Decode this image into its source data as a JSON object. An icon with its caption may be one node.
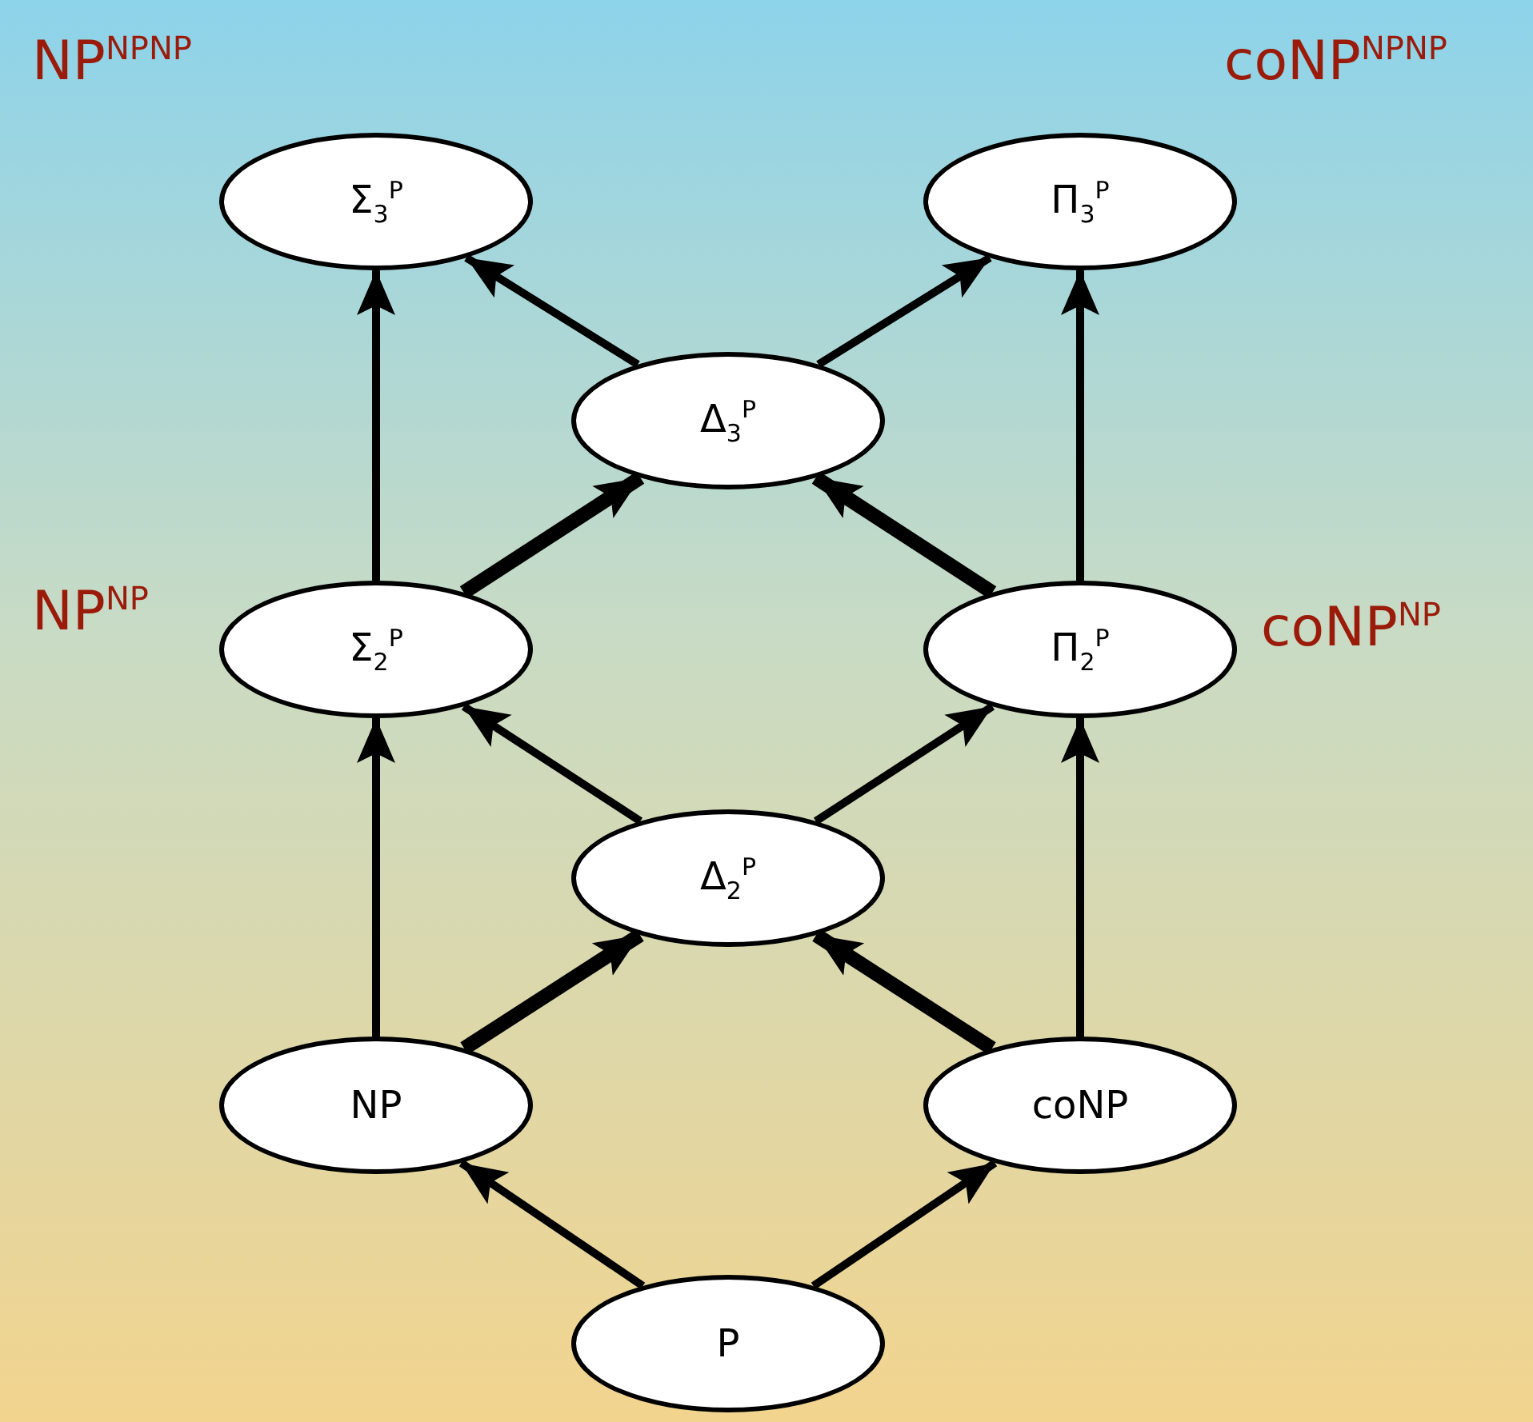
{
  "diagram": {
    "nodes": [
      {
        "text": [
          "Σ$_{3}$$^{P}$"
        ]
      },
      {
        "text": [
          "Π$_{3}$$^{P}$"
        ]
      },
      {
        "text": [
          "Δ$_{3}$$^{P}$"
        ]
      },
      {
        "text": [
          "Σ$_{2}$$^{P}$"
        ]
      },
      {
        "text": [
          "Π$_{2}$$^{P}$"
        ]
      },
      {
        "text": [
          "Δ$_{2}$$^{P}$"
        ]
      },
      {
        "text": [
          "NP"
        ]
      },
      {
        "text": [
          "coNP"
        ]
      },
      {
        "text": [
          "P"
        ]
      }
    ],
    "edges": [
      {
        "from": 3,
        "to": 0,
        "arrow": "to"
      },
      {
        "from": 2,
        "to": 0,
        "arrow": "to"
      },
      {
        "from": 2,
        "to": 1,
        "arrow": "to"
      },
      {
        "from": 4,
        "to": 1,
        "arrow": "to"
      },
      {
        "from": 3,
        "to": 2,
        "arrow": "to",
        "style": "thick"
      },
      {
        "from": 4,
        "to": 2,
        "arrow": "to",
        "style": "thick"
      },
      {
        "from": 6,
        "to": 3,
        "arrow": "to"
      },
      {
        "from": 5,
        "to": 3,
        "arrow": "to"
      },
      {
        "from": 5,
        "to": 4,
        "arrow": "to"
      },
      {
        "from": 7,
        "to": 4,
        "arrow": "to"
      },
      {
        "from": 6,
        "to": 5,
        "arrow": "to",
        "style": "thick"
      },
      {
        "from": 7,
        "to": 5,
        "arrow": "to",
        "style": "thick"
      },
      {
        "from": 8,
        "to": 6,
        "arrow": "to"
      },
      {
        "from": 8,
        "to": 7,
        "arrow": "to"
      }
    ],
    "labels": [
      "NP$^{NP}$$^{NP}$",
      "coNP$^{NP}$$^{NP}$",
      "NP$^{NP}$",
      "coNP$^{NP}$"
    ]
  }
}
